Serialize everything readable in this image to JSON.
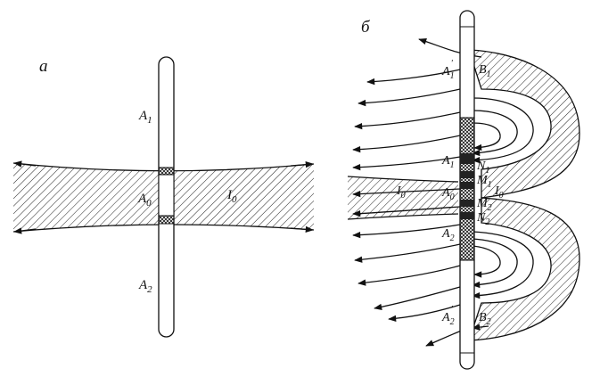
{
  "panel_a": {
    "letter": "а",
    "label_A1": "A",
    "label_A1_sub": "1",
    "label_A0": "A",
    "label_A0_sub": "0",
    "label_A2": "A",
    "label_A2_sub": "2",
    "label_I0": "I",
    "label_I0_sub": "0"
  },
  "panel_b": {
    "letter": "б",
    "label_A1p": "A",
    "label_A1p_sub": "1",
    "label_A1p_mark": "'",
    "label_B1": "B",
    "label_B1_sub": "1",
    "label_A1": "A",
    "label_A1_sub": "1",
    "label_N1": "N",
    "label_N1_sub": "1",
    "label_M1": "M",
    "label_M1_sub": "1",
    "label_I0_left": "I",
    "label_I0_left_sub": "0",
    "label_A0": "A",
    "label_A0_sub": "0",
    "label_I0_right": "I",
    "label_I0_right_sub": "0",
    "label_M2": "M",
    "label_M2_sub": "2",
    "label_N2": "N",
    "label_N2_sub": "2",
    "label_A2": "A",
    "label_A2_sub": "2",
    "label_A2p": "A",
    "label_A2p_sub": "2",
    "label_A2p_mark": "'",
    "label_B2": "B",
    "label_B2_sub": "2"
  },
  "colors": {
    "ink": "#111111",
    "paper": "#ffffff"
  }
}
